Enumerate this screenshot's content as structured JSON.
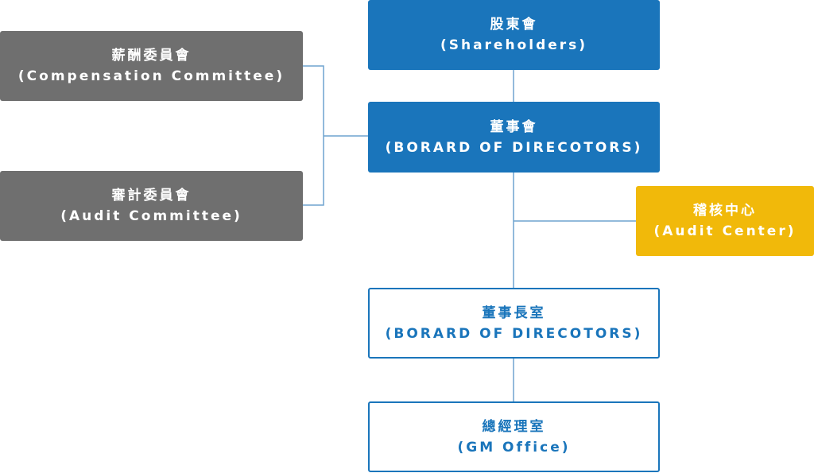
{
  "nodes": {
    "shareholders": {
      "zh": "股東會",
      "en": "(Shareholders)"
    },
    "board": {
      "zh": "董事會",
      "en": "(BORARD OF DIRECOTORS)"
    },
    "compensation": {
      "zh": "薪酬委員會",
      "en": "(Compensation Committee)"
    },
    "audit_committee": {
      "zh": "審計委員會",
      "en": "(Audit Committee)"
    },
    "audit_center": {
      "zh": "稽核中心",
      "en": "(Audit Center)"
    },
    "chairman_office": {
      "zh": "董事長室",
      "en": "(BORARD OF DIRECOTORS)"
    },
    "gm_office": {
      "zh": "總經理室",
      "en": "(GM Office)"
    }
  },
  "colors": {
    "primary_blue": "#1a75bb",
    "committee_gray": "#6f6f6f",
    "audit_gold": "#f1b90a",
    "line": "#6fa3cf"
  }
}
